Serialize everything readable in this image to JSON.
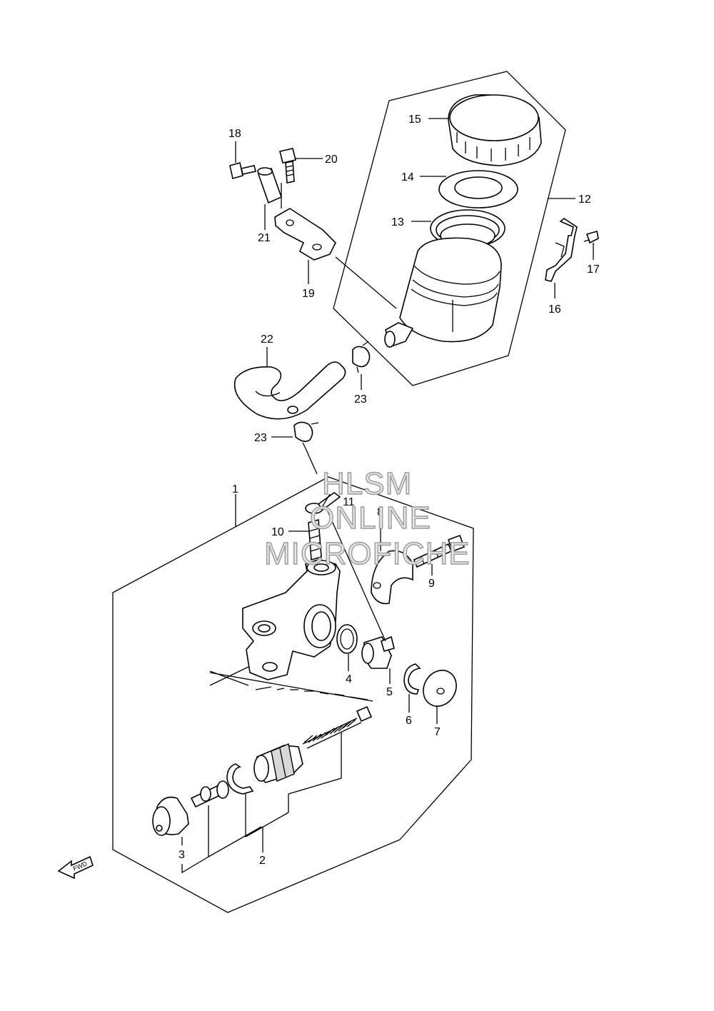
{
  "callouts": {
    "c1": "1",
    "c2": "2",
    "c3": "3",
    "c4": "4",
    "c5": "5",
    "c6": "6",
    "c7": "7",
    "c8": "8",
    "c9": "9",
    "c10": "10",
    "c11": "11",
    "c12": "12",
    "c13": "13",
    "c14": "14",
    "c15": "15",
    "c16": "16",
    "c17": "17",
    "c18": "18",
    "c19": "19",
    "c20": "20",
    "c21": "21",
    "c22": "22",
    "c23a": "23",
    "c23b": "23"
  },
  "watermark": {
    "line1": "HLSM",
    "line2": "ONLINE",
    "line3": "MICROFICHE"
  },
  "fwd_label": "FWD"
}
